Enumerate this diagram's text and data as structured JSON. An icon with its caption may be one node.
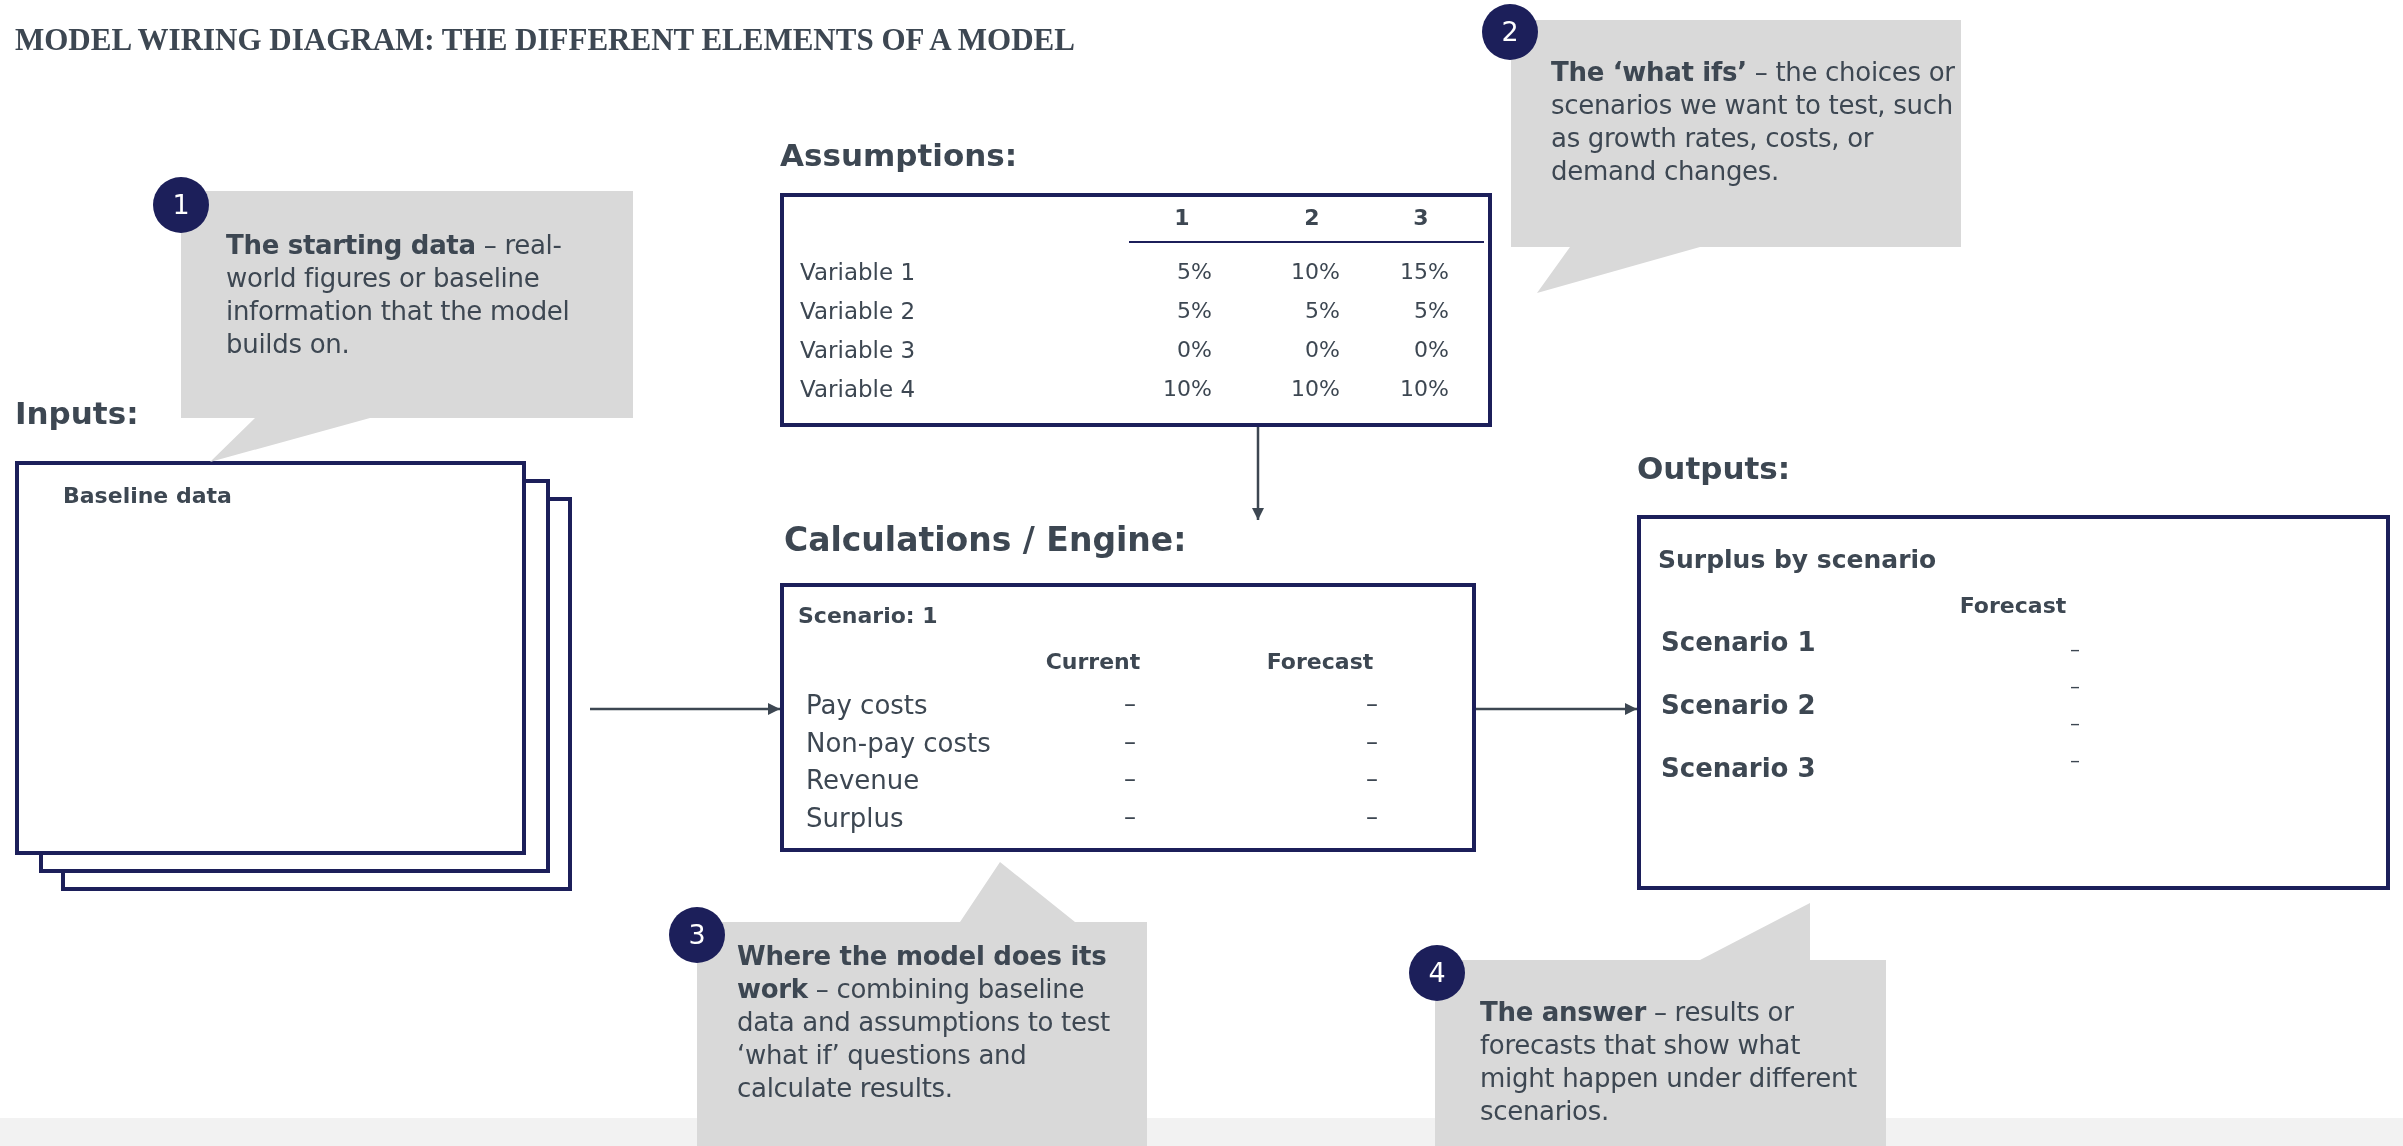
{
  "diagram": {
    "title": "MODEL WIRING DIAGRAM: THE DIFFERENT ELEMENTS OF A MODEL",
    "nodes": [
      {
        "text": [
          "Inputs:",
          "Baseline data"
        ]
      },
      {
        "text": [
          "Assumptions:",
          "1",
          "2",
          "3",
          "Variable 1",
          "5%",
          "10%",
          "15%",
          "Variable 2",
          "5%",
          "5%",
          "5%",
          "Variable 3",
          "0%",
          "0%",
          "0%",
          "Variable 4",
          "10%",
          "10%",
          "10%"
        ]
      },
      {
        "text": [
          "Calculations / Engine:",
          "Scenario: 1",
          "Current",
          "Forecast",
          "Pay costs",
          "–",
          "–",
          "Non-pay costs",
          "–",
          "–",
          "Revenue",
          "–",
          "–",
          "Surplus",
          "–",
          "–"
        ]
      },
      {
        "text": [
          "Outputs:",
          "Surplus by scenario",
          "Forecast",
          "Scenario 1",
          "Scenario 2",
          "Scenario 3",
          "–",
          "–",
          "–",
          "–"
        ]
      },
      {
        "text": [
          "1"
        ]
      },
      {
        "text": [
          "**The starting data** – real-world figures or baseline information that the model builds on."
        ]
      },
      {
        "text": [
          "2"
        ]
      },
      {
        "text": [
          "**The ‘what ifs’** – the choices or scenarios we want to test, such as growth rates, costs, or demand changes."
        ]
      },
      {
        "text": [
          "3"
        ]
      },
      {
        "text": [
          "**Where the model does its work** –  combining baseline data and assumptions to test ‘what if’ questions and calculate results."
        ]
      },
      {
        "text": [
          "4"
        ]
      },
      {
        "text": [
          "**The answer** – results or forecasts that show what might happen under different scenarios."
        ]
      }
    ],
    "edges": [
      {
        "from": 0,
        "to": 2,
        "arrow": "to"
      },
      {
        "from": 1,
        "to": 2,
        "arrow": "to"
      },
      {
        "from": 2,
        "to": 3,
        "arrow": "to"
      }
    ]
  }
}
